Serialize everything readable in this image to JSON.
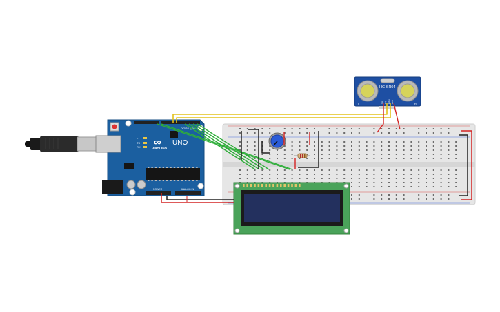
{
  "arduino": {
    "logo": "∞",
    "brand": "ARDUINO",
    "model": "UNO",
    "power_label": "POWER",
    "analog_label": "ANALOG IN",
    "digital_label": "DIGITAL (PWM ~)",
    "tx_label": "TX",
    "rx_label": "RX",
    "l_label": "L"
  },
  "sensor": {
    "model": "HC-SR04",
    "pins": [
      "Vcc",
      "Trig",
      "Echo",
      "Gnd"
    ],
    "corner_left": "T",
    "corner_right": "R"
  },
  "breadboard": {
    "columns": 30
  },
  "colors": {
    "board_blue": "#1b5fa0",
    "sensor_blue": "#1e4fa3",
    "lcd_green": "#4aa35a",
    "lcd_screen": "#23305e",
    "breadboard": "#e6e6e6",
    "wire_yellow": "#e2c21a",
    "wire_green": "#2fae3a",
    "wire_black": "#222222",
    "wire_red": "#d42424",
    "potentiometer": "#2a5bd7"
  }
}
